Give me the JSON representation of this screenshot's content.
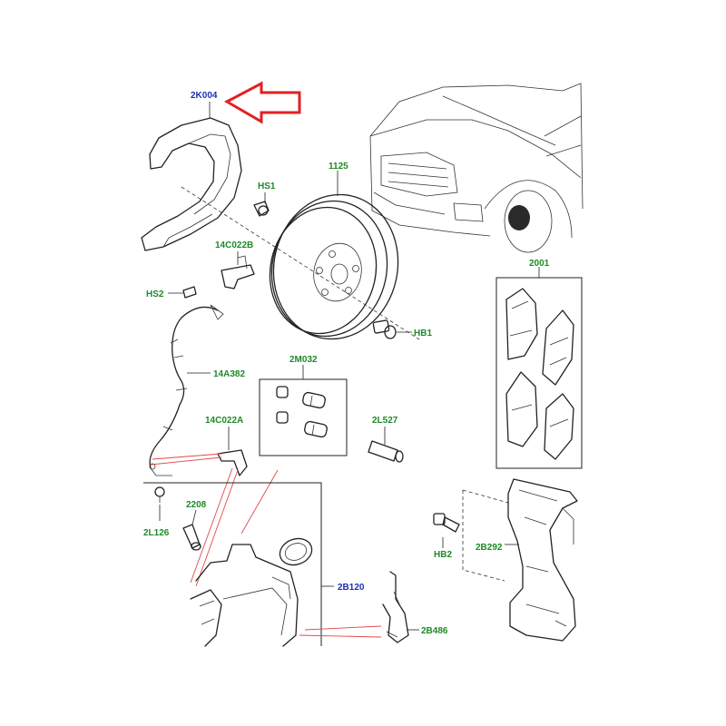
{
  "colors": {
    "label_blue": "#1f2eb8",
    "label_green": "#1e8a28",
    "arrow_red": "#e32020",
    "lead_red": "#e34a4a",
    "line": "#222222"
  },
  "labels": {
    "splash_shield": "2K004",
    "hs1": "HS1",
    "disc": "1125",
    "bracket_upper": "14C022B",
    "hs2": "HS2",
    "hb1": "HB1",
    "pad_kit": "2001",
    "sensor_wire": "14A382",
    "pin_kit": "2M032",
    "bracket_lower": "14C022A",
    "guide_pin": "2L527",
    "sensor": "2208",
    "sensor_bolt": "2L126",
    "carrier_bolt": "HB2",
    "carrier": "2B292",
    "caliper": "2B120",
    "spring_clip": "2B486"
  }
}
